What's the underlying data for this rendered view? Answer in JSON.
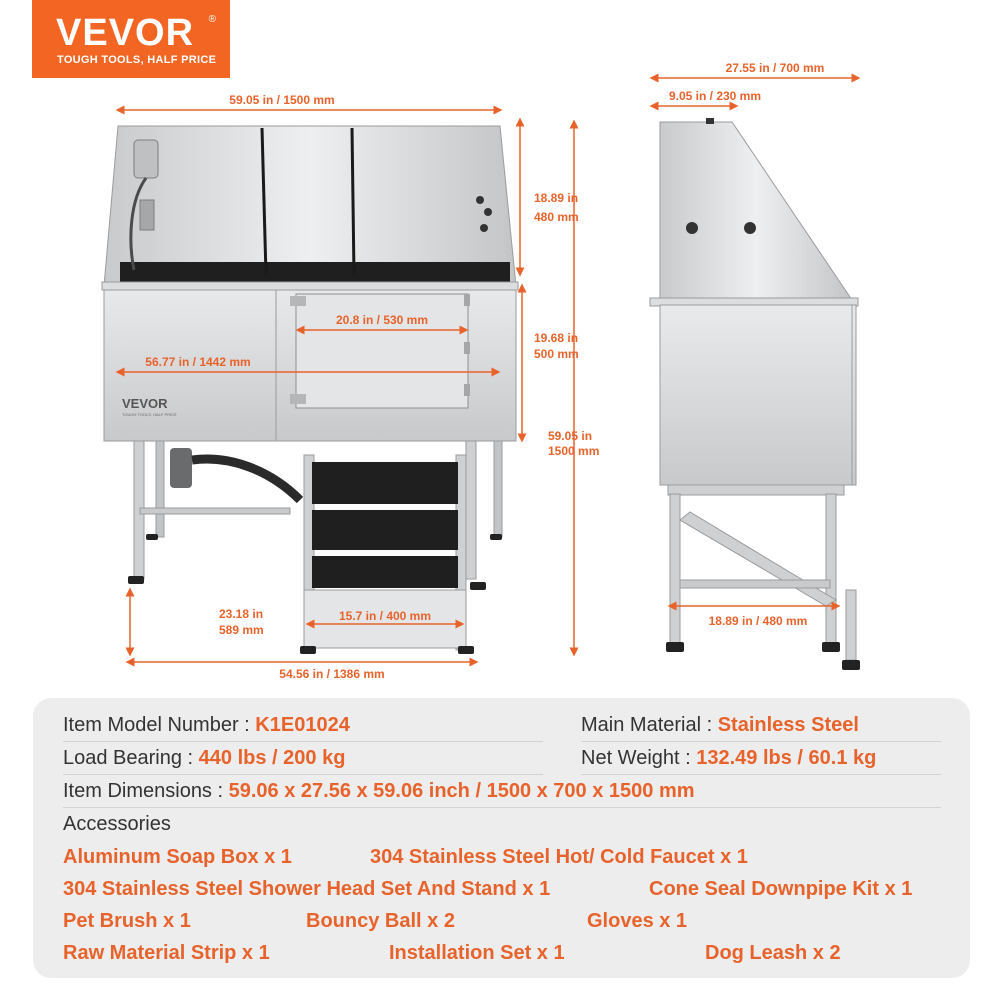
{
  "logo": {
    "brand": "VEVOR",
    "tagline": "TOUGH TOOLS, HALF PRICE",
    "reg": "®"
  },
  "product_logo": {
    "brand": "VEVOR",
    "tagline": "TOUGH TOOLS, HALF PRICE"
  },
  "dimensions": {
    "top_width": "59.05 in / 1500 mm",
    "tub_depth_1": "18.89 in",
    "tub_depth_2": "480 mm",
    "door_width": "20.8 in / 530 mm",
    "cabinet_height_1": "19.68 in",
    "cabinet_height_2": "500 mm",
    "inner_width": "56.77 in / 1442 mm",
    "total_height_1": "59.05 in",
    "total_height_2": "1500 mm",
    "leg_height_1": "23.18 in",
    "leg_height_2": "589 mm",
    "step_width": "15.7 in / 400 mm",
    "base_width": "54.56 in / 1386 mm",
    "side_depth": "27.55 in / 700 mm",
    "back_depth": "9.05 in / 230 mm",
    "stand_depth": "18.89 in / 480 mm"
  },
  "specs": {
    "model_label": "Item Model Number : ",
    "model_value": "K1E01024",
    "material_label": "Main Material : ",
    "material_value": "Stainless Steel",
    "load_label": "Load Bearing : ",
    "load_value": "440 lbs / 200 kg",
    "weight_label": "Net Weight : ",
    "weight_value": "132.49 lbs / 60.1 kg",
    "dims_label": "Item Dimensions : ",
    "dims_value": "59.06 x 27.56 x 59.06 inch / 1500 x 700 x 1500 mm",
    "accessories_label": "Accessories"
  },
  "accessories": [
    "Aluminum Soap Box x 1",
    "304 Stainless Steel Hot/ Cold Faucet x 1",
    "304 Stainless Steel Shower Head Set And Stand  x 1",
    "Cone Seal Downpipe Kit x 1",
    "Pet Brush x 1",
    "Bouncy Ball x 2",
    "Gloves x 1",
    "Raw Material Strip x 1",
    "Installation Set x 1",
    "Dog Leash x 2"
  ],
  "colors": {
    "accent": "#e8632b",
    "logo_bg": "#f26522",
    "panel": "#ededed",
    "steel": "#d9dadb",
    "tub_inner": "#1f1f1f"
  }
}
